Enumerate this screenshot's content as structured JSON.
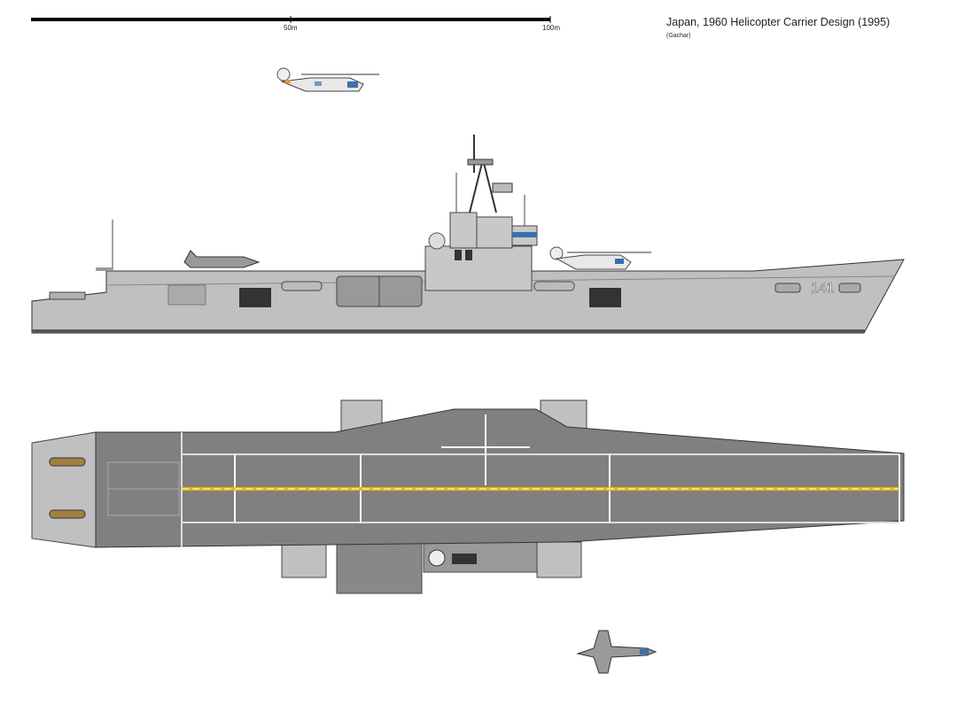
{
  "title": "Japan, 1960 Helicopter Carrier Design (1995)",
  "author": "(Gachar)",
  "scale": {
    "mid_label": "50m",
    "end_label": "100m"
  },
  "hull_number": "141",
  "colors": {
    "hull": "#c0c0c0",
    "deck": "#808080",
    "deck_line": "#ffffff",
    "centerline": "#e8b800",
    "outline": "#000000"
  }
}
